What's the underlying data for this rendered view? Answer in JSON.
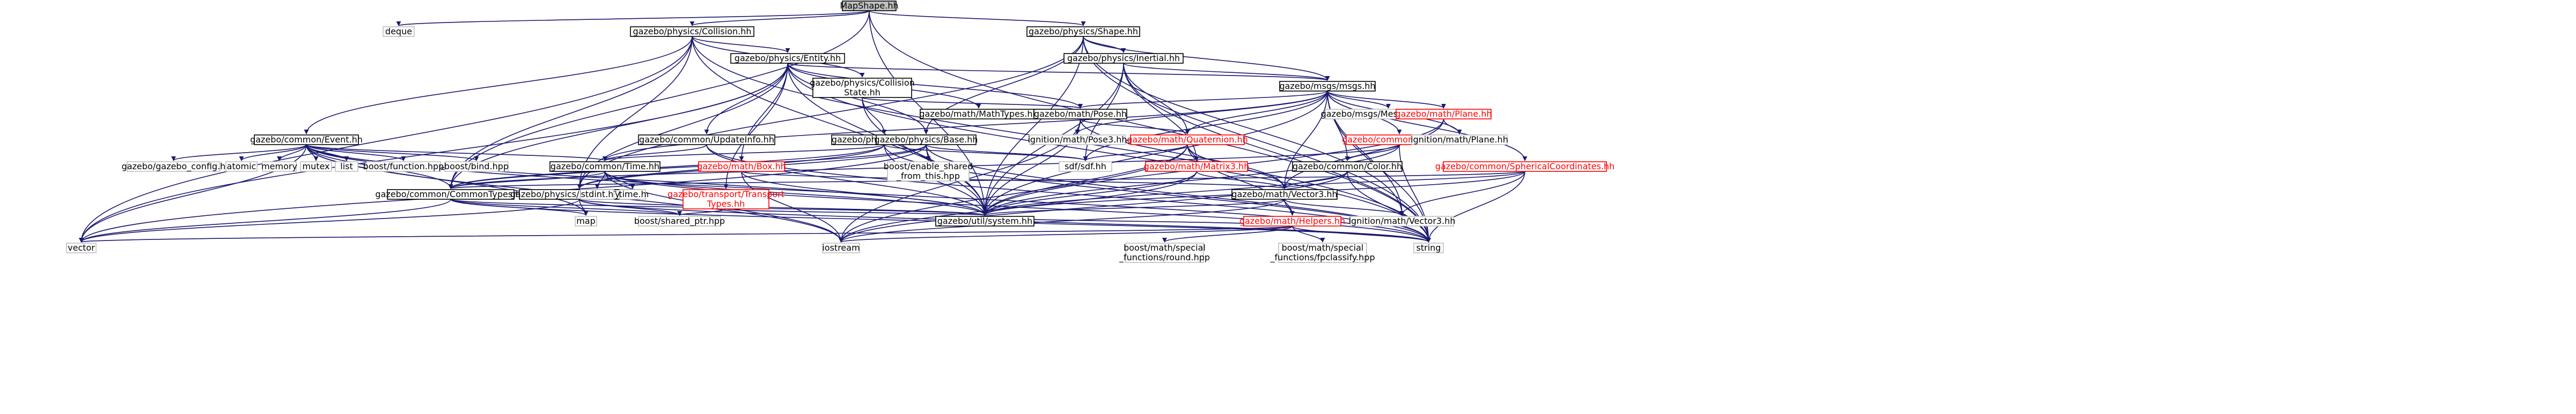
{
  "graph": {
    "nodes": [
      {
        "id": "root",
        "lines": [
          "MapShape.hh"
        ],
        "style": "root"
      },
      {
        "id": "deque",
        "lines": [
          "deque"
        ],
        "style": "ext"
      },
      {
        "id": "collision",
        "lines": [
          "gazebo/physics/Collision.hh"
        ],
        "style": "normal"
      },
      {
        "id": "shape",
        "lines": [
          "gazebo/physics/Shape.hh"
        ],
        "style": "normal"
      },
      {
        "id": "entity",
        "lines": [
          "gazebo/physics/Entity.hh"
        ],
        "style": "normal"
      },
      {
        "id": "inertial",
        "lines": [
          "gazebo/physics/Inertial.hh"
        ],
        "style": "normal"
      },
      {
        "id": "collstate",
        "lines": [
          "gazebo/physics/Collision",
          "State.hh"
        ],
        "style": "normal"
      },
      {
        "id": "msgs",
        "lines": [
          "gazebo/msgs/msgs.hh"
        ],
        "style": "normal"
      },
      {
        "id": "mathtypes",
        "lines": [
          "gazebo/math/MathTypes.hh"
        ],
        "style": "normal"
      },
      {
        "id": "pose",
        "lines": [
          "gazebo/math/Pose.hh"
        ],
        "style": "normal"
      },
      {
        "id": "msgtypes",
        "lines": [
          "gazebo/msgs/MessageTypes.hh"
        ],
        "style": "ext"
      },
      {
        "id": "plane",
        "lines": [
          "gazebo/math/Plane.hh"
        ],
        "style": "red"
      },
      {
        "id": "event",
        "lines": [
          "gazebo/common/Event.hh"
        ],
        "style": "normal"
      },
      {
        "id": "updateinfo",
        "lines": [
          "gazebo/common/UpdateInfo.hh"
        ],
        "style": "normal"
      },
      {
        "id": "state",
        "lines": [
          "gazebo/physics/State.hh"
        ],
        "style": "normal"
      },
      {
        "id": "base",
        "lines": [
          "gazebo/physics/Base.hh"
        ],
        "style": "normal"
      },
      {
        "id": "ignpose3",
        "lines": [
          "ignition/math/Pose3.hh"
        ],
        "style": "ext"
      },
      {
        "id": "quaternion",
        "lines": [
          "gazebo/math/Quaternion.hh"
        ],
        "style": "red"
      },
      {
        "id": "image",
        "lines": [
          "gazebo/common/Image.hh"
        ],
        "style": "red"
      },
      {
        "id": "ignplane",
        "lines": [
          "ignition/math/Plane.hh"
        ],
        "style": "ext"
      },
      {
        "id": "gzconfig",
        "lines": [
          "gazebo/gazebo_config.h"
        ],
        "style": "ext"
      },
      {
        "id": "atomic",
        "lines": [
          "atomic"
        ],
        "style": "ext"
      },
      {
        "id": "memory",
        "lines": [
          "memory"
        ],
        "style": "ext"
      },
      {
        "id": "mutex",
        "lines": [
          "mutex"
        ],
        "style": "ext"
      },
      {
        "id": "list",
        "lines": [
          "list"
        ],
        "style": "ext"
      },
      {
        "id": "boostfunc",
        "lines": [
          "boost/function.hpp"
        ],
        "style": "ext"
      },
      {
        "id": "boostbind",
        "lines": [
          "boost/bind.hpp"
        ],
        "style": "ext"
      },
      {
        "id": "time",
        "lines": [
          "gazebo/common/Time.hh"
        ],
        "style": "normal"
      },
      {
        "id": "box",
        "lines": [
          "gazebo/math/Box.hh"
        ],
        "style": "red"
      },
      {
        "id": "enableshared",
        "lines": [
          "boost/enable_shared",
          "_from_this.hpp"
        ],
        "style": "ext"
      },
      {
        "id": "sdf",
        "lines": [
          "sdf/sdf.hh"
        ],
        "style": "ext"
      },
      {
        "id": "matrix3",
        "lines": [
          "gazebo/math/Matrix3.hh"
        ],
        "style": "red"
      },
      {
        "id": "color",
        "lines": [
          "gazebo/common/Color.hh"
        ],
        "style": "normal"
      },
      {
        "id": "spherical",
        "lines": [
          "gazebo/common/SphericalCoordinates.hh"
        ],
        "style": "red"
      },
      {
        "id": "commontypes",
        "lines": [
          "gazebo/common/CommonTypes.hh"
        ],
        "style": "normal"
      },
      {
        "id": "physicstypes",
        "lines": [
          "gazebo/physics/PhysicsTypes.hh"
        ],
        "style": "normal"
      },
      {
        "id": "stdint",
        "lines": [
          "stdint.h"
        ],
        "style": "ext"
      },
      {
        "id": "timeh",
        "lines": [
          "time.h"
        ],
        "style": "ext"
      },
      {
        "id": "transport",
        "lines": [
          "gazebo/transport/Transport",
          "Types.hh"
        ],
        "style": "red"
      },
      {
        "id": "vector3",
        "lines": [
          "gazebo/math/Vector3.hh"
        ],
        "style": "normal"
      },
      {
        "id": "map",
        "lines": [
          "map"
        ],
        "style": "ext"
      },
      {
        "id": "sharedptr",
        "lines": [
          "boost/shared_ptr.hpp"
        ],
        "style": "ext"
      },
      {
        "id": "system",
        "lines": [
          "gazebo/util/system.hh"
        ],
        "style": "normal"
      },
      {
        "id": "helpers",
        "lines": [
          "gazebo/math/Helpers.hh"
        ],
        "style": "red"
      },
      {
        "id": "ignvector3",
        "lines": [
          "ignition/math/Vector3.hh"
        ],
        "style": "ext"
      },
      {
        "id": "vector",
        "lines": [
          "vector"
        ],
        "style": "ext"
      },
      {
        "id": "iostream",
        "lines": [
          "iostream"
        ],
        "style": "ext"
      },
      {
        "id": "string",
        "lines": [
          "string"
        ],
        "style": "ext"
      },
      {
        "id": "boostround",
        "lines": [
          "boost/math/special",
          "_functions/round.hpp"
        ],
        "style": "ext"
      },
      {
        "id": "boostfpclass",
        "lines": [
          "boost/math/special",
          "_functions/fpclassify.hpp"
        ],
        "style": "ext"
      }
    ],
    "edges": [
      [
        "root",
        "deque"
      ],
      [
        "root",
        "collision"
      ],
      [
        "root",
        "shape"
      ],
      [
        "root",
        "system"
      ],
      [
        "root",
        "string"
      ],
      [
        "root",
        "commontypes"
      ],
      [
        "collision",
        "entity"
      ],
      [
        "collision",
        "collstate"
      ],
      [
        "collision",
        "event"
      ],
      [
        "collision",
        "commontypes"
      ],
      [
        "collision",
        "physicstypes"
      ],
      [
        "collision",
        "system"
      ],
      [
        "collision",
        "vector"
      ],
      [
        "collision",
        "string"
      ],
      [
        "shape",
        "inertial"
      ],
      [
        "shape",
        "base"
      ],
      [
        "shape",
        "msgs"
      ],
      [
        "shape",
        "physicstypes"
      ],
      [
        "shape",
        "system"
      ],
      [
        "shape",
        "string"
      ],
      [
        "shape",
        "ignvector3"
      ],
      [
        "entity",
        "msgs"
      ],
      [
        "entity",
        "mathtypes"
      ],
      [
        "entity",
        "pose"
      ],
      [
        "entity",
        "updateinfo"
      ],
      [
        "entity",
        "base"
      ],
      [
        "entity",
        "box"
      ],
      [
        "entity",
        "transport"
      ],
      [
        "entity",
        "physicstypes"
      ],
      [
        "entity",
        "commontypes"
      ],
      [
        "entity",
        "system"
      ],
      [
        "entity",
        "vector"
      ],
      [
        "entity",
        "string"
      ],
      [
        "inertial",
        "msgs"
      ],
      [
        "inertial",
        "quaternion"
      ],
      [
        "inertial",
        "matrix3"
      ],
      [
        "inertial",
        "sdf"
      ],
      [
        "inertial",
        "system"
      ],
      [
        "inertial",
        "string"
      ],
      [
        "collstate",
        "pose"
      ],
      [
        "collstate",
        "state"
      ],
      [
        "collstate",
        "system"
      ],
      [
        "msgs",
        "msgtypes"
      ],
      [
        "msgs",
        "pose"
      ],
      [
        "msgs",
        "plane"
      ],
      [
        "msgs",
        "quaternion"
      ],
      [
        "msgs",
        "image"
      ],
      [
        "msgs",
        "color"
      ],
      [
        "msgs",
        "spherical"
      ],
      [
        "msgs",
        "time"
      ],
      [
        "msgs",
        "vector3"
      ],
      [
        "msgs",
        "sdf"
      ],
      [
        "msgs",
        "ignpose3"
      ],
      [
        "msgs",
        "ignplane"
      ],
      [
        "msgs",
        "ignvector3"
      ],
      [
        "msgs",
        "system"
      ],
      [
        "msgs",
        "string"
      ],
      [
        "pose",
        "quaternion"
      ],
      [
        "pose",
        "vector3"
      ],
      [
        "pose",
        "ignpose3"
      ],
      [
        "pose",
        "system"
      ],
      [
        "pose",
        "iostream"
      ],
      [
        "plane",
        "ignplane"
      ],
      [
        "plane",
        "vector3"
      ],
      [
        "plane",
        "system"
      ],
      [
        "event",
        "gzconfig"
      ],
      [
        "event",
        "atomic"
      ],
      [
        "event",
        "memory"
      ],
      [
        "event",
        "mutex"
      ],
      [
        "event",
        "list"
      ],
      [
        "event",
        "boostfunc"
      ],
      [
        "event",
        "boostbind"
      ],
      [
        "event",
        "time"
      ],
      [
        "event",
        "commontypes"
      ],
      [
        "event",
        "map"
      ],
      [
        "event",
        "system"
      ],
      [
        "event",
        "vector"
      ],
      [
        "event",
        "iostream"
      ],
      [
        "event",
        "string"
      ],
      [
        "updateinfo",
        "time"
      ],
      [
        "updateinfo",
        "system"
      ],
      [
        "updateinfo",
        "string"
      ],
      [
        "state",
        "time"
      ],
      [
        "state",
        "physicstypes"
      ],
      [
        "state",
        "commontypes"
      ],
      [
        "state",
        "sdf"
      ],
      [
        "state",
        "system"
      ],
      [
        "state",
        "string"
      ],
      [
        "base",
        "enableshared"
      ],
      [
        "base",
        "sdf"
      ],
      [
        "base",
        "commontypes"
      ],
      [
        "base",
        "physicstypes"
      ],
      [
        "base",
        "system"
      ],
      [
        "base",
        "vector"
      ],
      [
        "base",
        "string"
      ],
      [
        "quaternion",
        "matrix3"
      ],
      [
        "quaternion",
        "vector3"
      ],
      [
        "quaternion",
        "helpers"
      ],
      [
        "quaternion",
        "sdf"
      ],
      [
        "quaternion",
        "system"
      ],
      [
        "quaternion",
        "iostream"
      ],
      [
        "image",
        "color"
      ],
      [
        "image",
        "commontypes"
      ],
      [
        "image",
        "system"
      ],
      [
        "image",
        "string"
      ],
      [
        "time",
        "stdint"
      ],
      [
        "time",
        "timeh"
      ],
      [
        "time",
        "commontypes"
      ],
      [
        "time",
        "system"
      ],
      [
        "time",
        "string"
      ],
      [
        "time",
        "iostream"
      ],
      [
        "box",
        "vector3"
      ],
      [
        "box",
        "system"
      ],
      [
        "box",
        "iostream"
      ],
      [
        "matrix3",
        "vector3"
      ],
      [
        "matrix3",
        "system"
      ],
      [
        "matrix3",
        "iostream"
      ],
      [
        "color",
        "vector3"
      ],
      [
        "color",
        "system"
      ],
      [
        "color",
        "iostream"
      ],
      [
        "color",
        "string"
      ],
      [
        "spherical",
        "vector3"
      ],
      [
        "spherical",
        "ignvector3"
      ],
      [
        "spherical",
        "commontypes"
      ],
      [
        "spherical",
        "system"
      ],
      [
        "spherical",
        "string"
      ],
      [
        "commontypes",
        "map"
      ],
      [
        "commontypes",
        "sharedptr"
      ],
      [
        "commontypes",
        "system"
      ],
      [
        "commontypes",
        "vector"
      ],
      [
        "commontypes",
        "string"
      ],
      [
        "physicstypes",
        "map"
      ],
      [
        "physicstypes",
        "sharedptr"
      ],
      [
        "physicstypes",
        "system"
      ],
      [
        "physicstypes",
        "vector"
      ],
      [
        "physicstypes",
        "string"
      ],
      [
        "transport",
        "sharedptr"
      ],
      [
        "transport",
        "system"
      ],
      [
        "vector3",
        "helpers"
      ],
      [
        "vector3",
        "ignvector3"
      ],
      [
        "vector3",
        "system"
      ],
      [
        "vector3",
        "iostream"
      ],
      [
        "helpers",
        "boostround"
      ],
      [
        "helpers",
        "boostfpclass"
      ],
      [
        "helpers",
        "system"
      ],
      [
        "helpers",
        "vector"
      ],
      [
        "helpers",
        "iostream"
      ],
      [
        "helpers",
        "string"
      ]
    ]
  }
}
